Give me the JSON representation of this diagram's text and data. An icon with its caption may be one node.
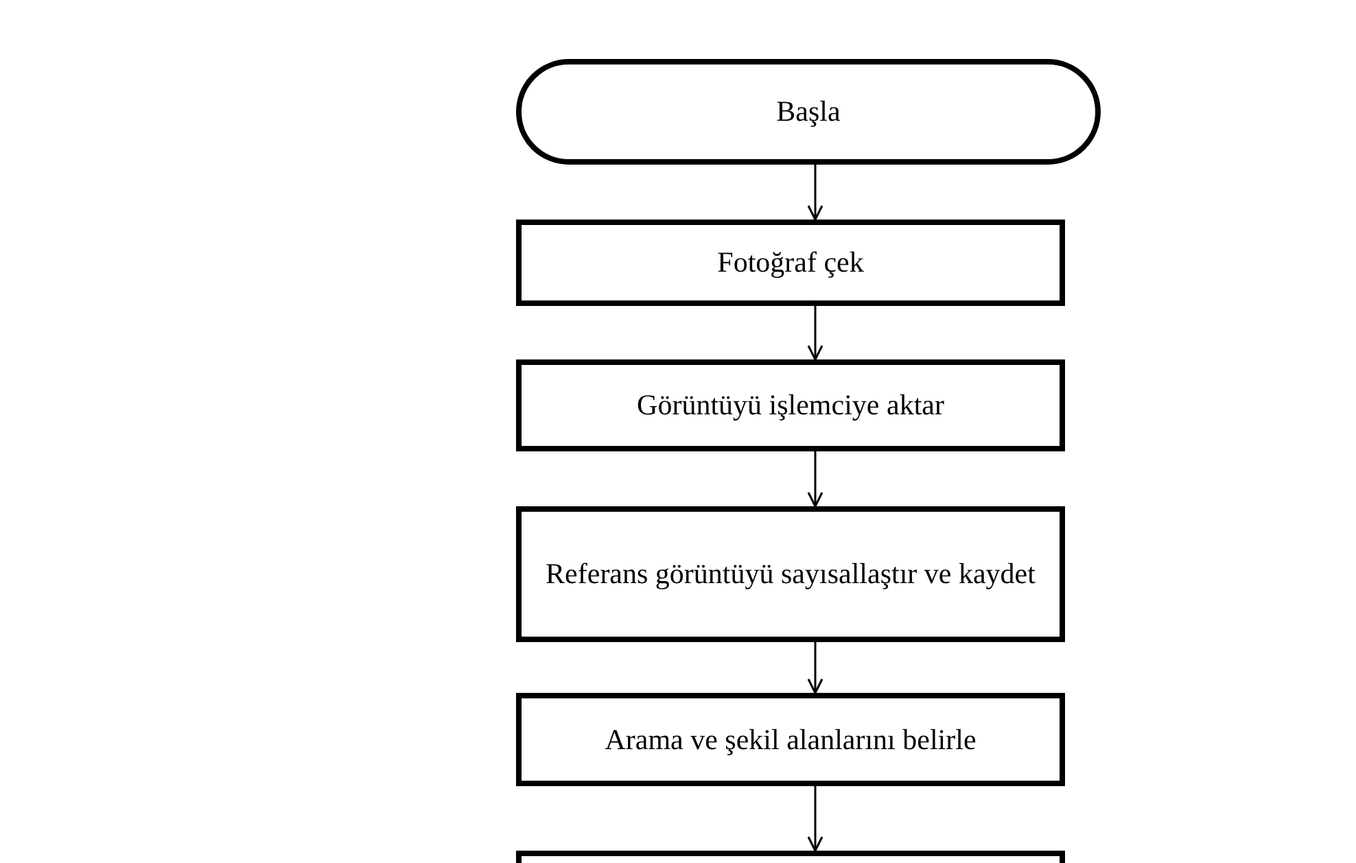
{
  "diagram": {
    "nodes": [
      {
        "text": [
          "Başla"
        ]
      },
      {
        "text": [
          "Fotoğraf çek"
        ]
      },
      {
        "text": [
          "Görüntüyü işlemciye aktar"
        ]
      },
      {
        "text": [
          "Referans görüntüyü sayısallaştır ve kaydet"
        ]
      },
      {
        "text": [
          "Arama ve şekil alanlarını belirle"
        ]
      },
      {
        "text": [],
        "shape": "box"
      }
    ],
    "edges": [
      {
        "from": 0,
        "to": 1,
        "arrow": "to"
      },
      {
        "from": 1,
        "to": 2,
        "arrow": "to"
      },
      {
        "from": 2,
        "to": 3,
        "arrow": "to"
      },
      {
        "from": 3,
        "to": 4,
        "arrow": "to"
      },
      {
        "from": 4,
        "to": 5,
        "arrow": "to"
      }
    ]
  }
}
